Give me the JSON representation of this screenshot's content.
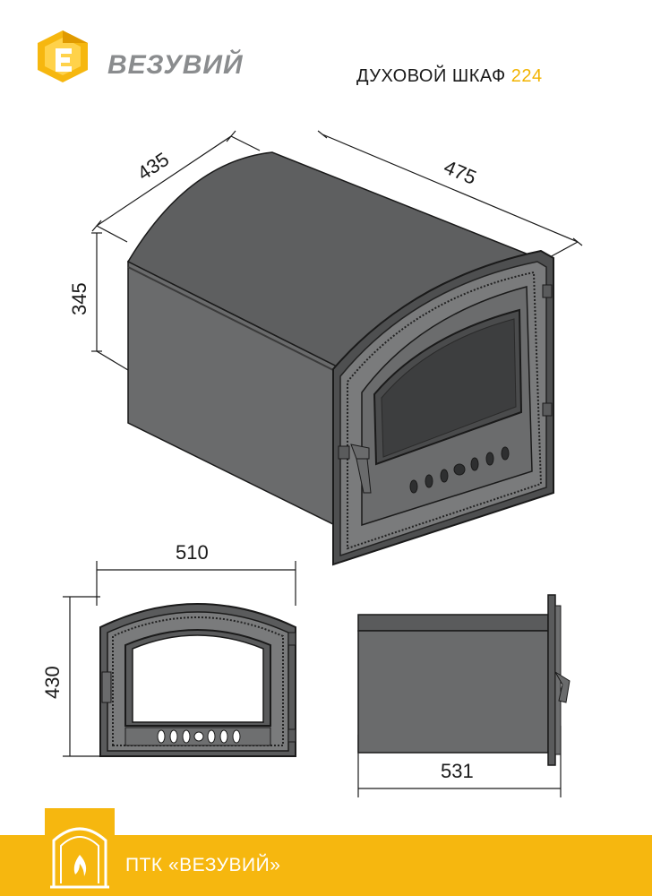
{
  "brand": {
    "name": "ВЕЗУВИЙ",
    "logo_icon": "vesuvius-logo-icon",
    "colors": {
      "yellow": "#f6b70f",
      "gray": "#8a8c8e"
    }
  },
  "header": {
    "title": "ДУХОВОЙ ШКАФ",
    "model": "224"
  },
  "dimensions": {
    "top_depth": "435",
    "top_width": "475",
    "side_height": "345",
    "front_width": "510",
    "front_height": "430",
    "side_depth": "531"
  },
  "footer": {
    "text": "ПТК «ВЕЗУВИЙ»",
    "icon": "oven-fire-icon"
  }
}
